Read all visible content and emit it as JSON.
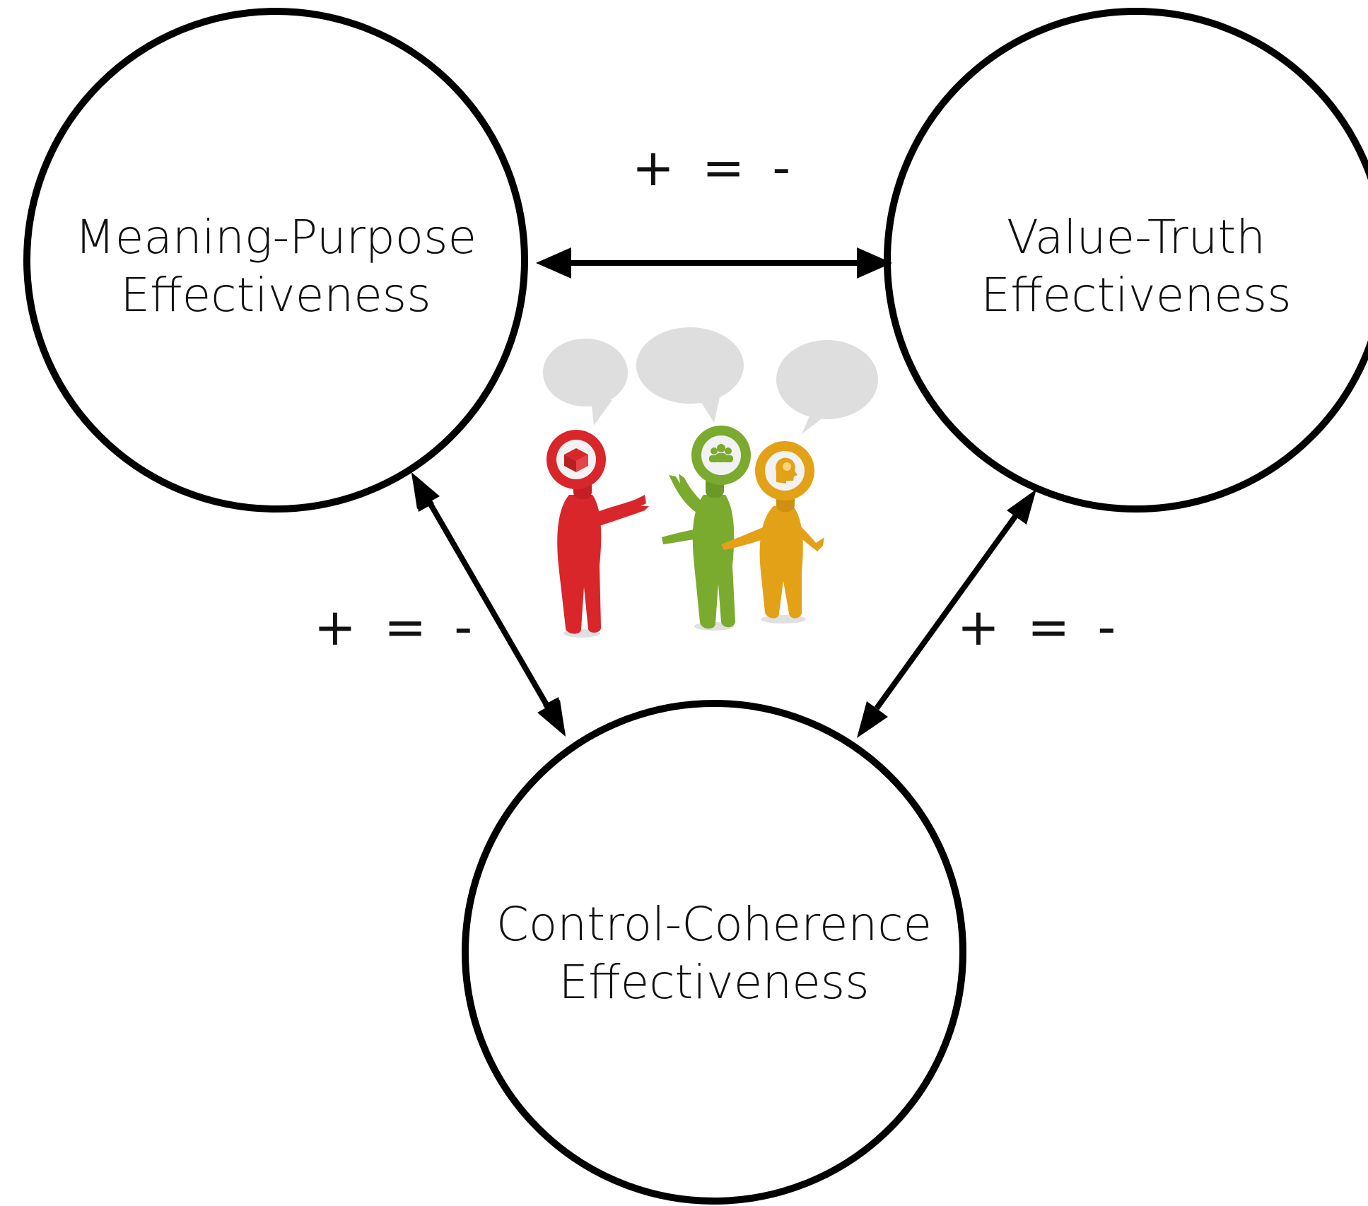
{
  "nodes": {
    "meaning_purpose": {
      "line1": "Meaning-Purpose",
      "line2": "Effectiveness"
    },
    "value_truth": {
      "line1": "Value-Truth",
      "line2": "Effectiveness"
    },
    "control_coherence": {
      "line1": "Control-Coherence",
      "line2": "Effectiveness"
    }
  },
  "relations": {
    "top": "+ = -",
    "left": "+ = -",
    "right": "+ = -"
  },
  "illustration": {
    "figures": [
      {
        "name": "red-figure",
        "color": "#d8262b",
        "icon": "cube-icon"
      },
      {
        "name": "green-figure",
        "color": "#7aab2e",
        "icon": "people-icon"
      },
      {
        "name": "orange-figure",
        "color": "#e3a117",
        "icon": "head-brain-icon"
      }
    ],
    "bubble_color": "#dedede"
  }
}
